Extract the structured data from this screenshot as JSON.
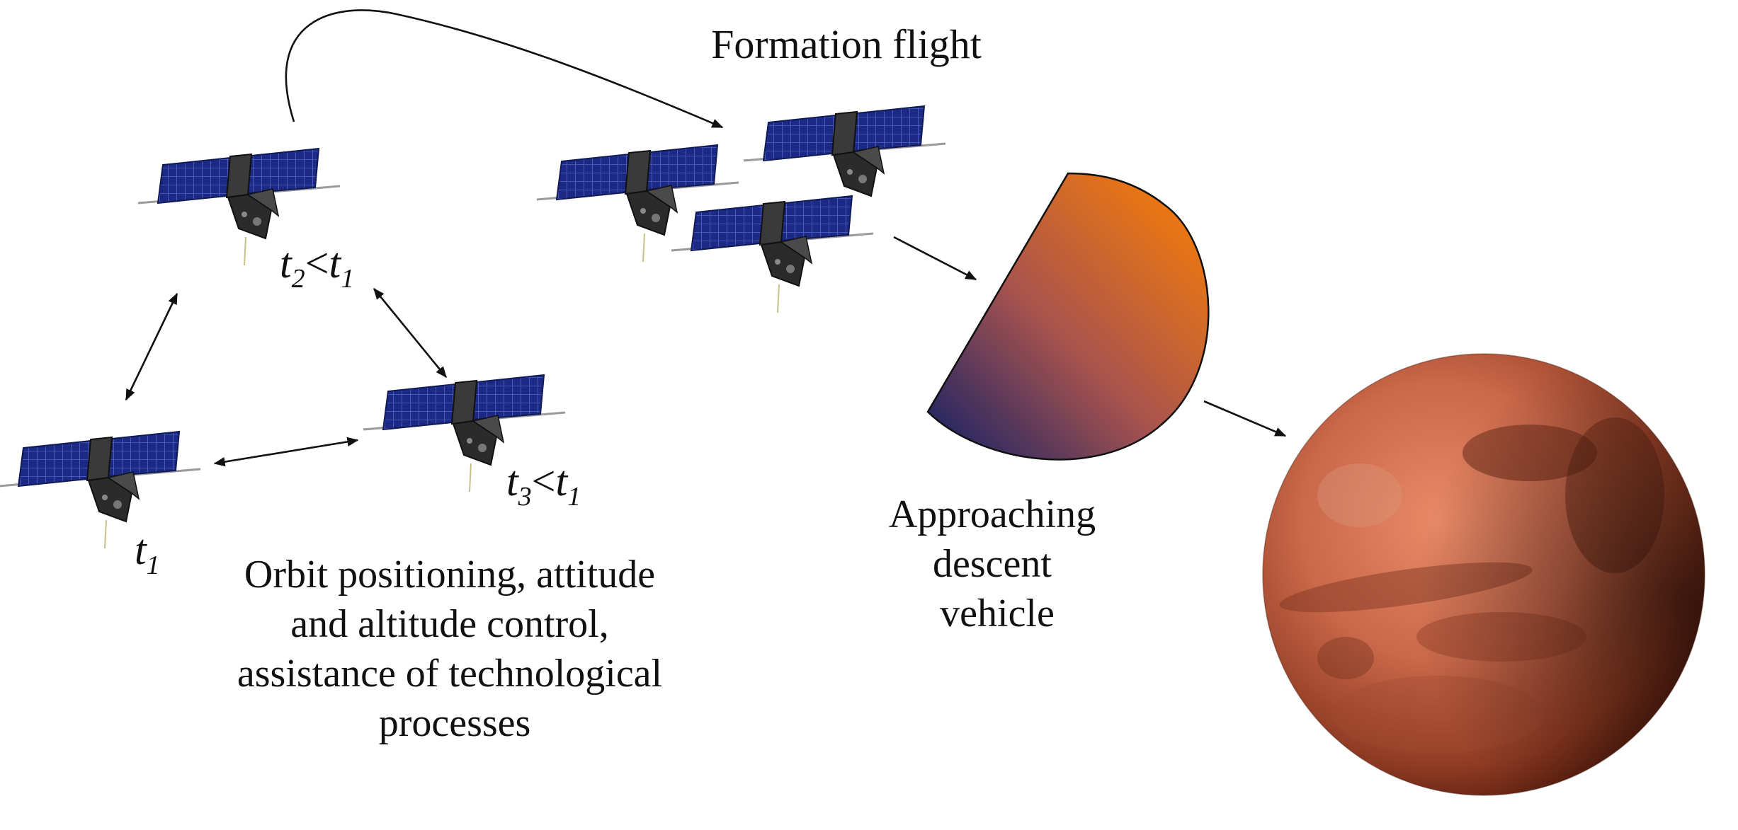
{
  "texts": {
    "formation_flight": "Formation flight",
    "approaching": [
      "Approaching",
      "descent",
      "vehicle"
    ],
    "orbit": [
      "Orbit positioning, attitude",
      "and altitude control,",
      "assistance of technological",
      "processes"
    ]
  },
  "time_labels": {
    "t1": {
      "var": "t",
      "sub": "1"
    },
    "t2": {
      "var": "t",
      "sub": "2",
      "rel": "<",
      "var2": "t",
      "sub2": "1"
    },
    "t3": {
      "var": "t",
      "sub": "3",
      "rel": "<",
      "var2": "t",
      "sub2": "1"
    }
  },
  "colors": {
    "vehicle_gradient_start": "#0e1f66",
    "vehicle_gradient_end": "#ff8200",
    "solar_panel": "#1e2f8c",
    "solar_panel_grid": "#4f63c4",
    "satellite_body": "#2a2a2a",
    "planet_light": "#e07a5a",
    "planet_dark": "#5a1e10",
    "arrow": "#111111"
  },
  "icons": {
    "satellite": "cubesat-with-solar-panels",
    "planet": "mars-planet",
    "vehicle": "descent-vehicle-heat-shield"
  }
}
